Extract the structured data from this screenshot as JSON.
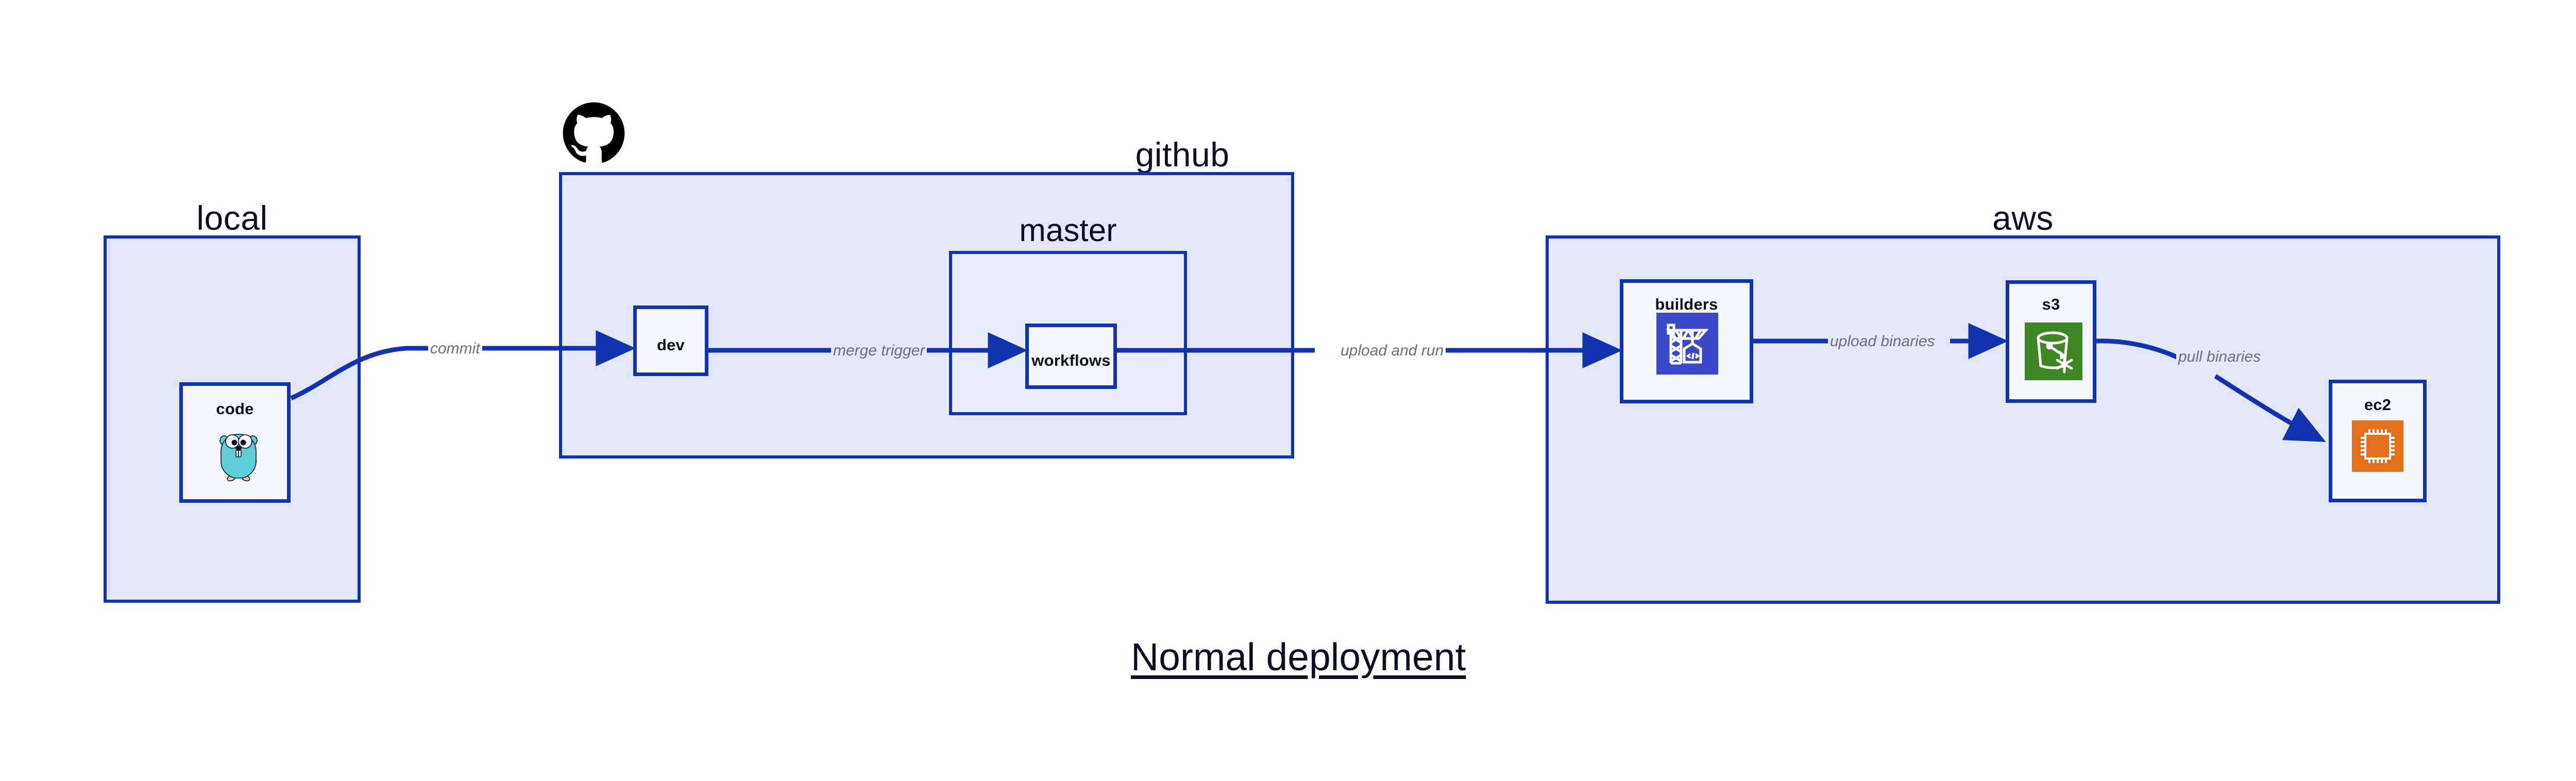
{
  "diagram": {
    "title": "Normal deployment",
    "accent_border": "#1233b0",
    "group_fill": "#e2e7fa",
    "sub_fill": "#e8edfb",
    "node_fill": "#f4f7fe",
    "label_color": "#6b6f7d",
    "text_color": "#0d1025"
  },
  "groups": {
    "local": {
      "label": "local"
    },
    "github": {
      "label": "github",
      "logo": "github-octocat-logo"
    },
    "aws": {
      "label": "aws"
    }
  },
  "subgroups": {
    "master": {
      "label": "master"
    }
  },
  "nodes": {
    "code": {
      "label": "code",
      "icon": "go-gopher-icon",
      "icon_color": "#5ecfd8"
    },
    "dev": {
      "label": "dev",
      "icon": "none",
      "icon_color": ""
    },
    "workflows": {
      "label": "workflows",
      "icon": "none",
      "icon_color": ""
    },
    "builders": {
      "label": "builders",
      "icon": "aws-codebuild-icon",
      "icon_color": "#3b48cc"
    },
    "s3": {
      "label": "s3",
      "icon": "aws-s3-glacier-icon",
      "icon_color": "#3f8624"
    },
    "ec2": {
      "label": "ec2",
      "icon": "aws-ec2-chip-icon",
      "icon_color": "#e0701a"
    }
  },
  "edges": [
    {
      "id": "commit",
      "from": "code",
      "to": "dev",
      "label": "commit"
    },
    {
      "id": "merge-trigger",
      "from": "dev",
      "to": "workflows",
      "label": "merge trigger"
    },
    {
      "id": "upload-and-run",
      "from": "workflows",
      "to": "builders",
      "label": "upload and run"
    },
    {
      "id": "upload-binaries",
      "from": "builders",
      "to": "s3",
      "label": "upload binaries"
    },
    {
      "id": "pull-binaries",
      "from": "s3",
      "to": "ec2",
      "label": "pull binaries"
    }
  ]
}
